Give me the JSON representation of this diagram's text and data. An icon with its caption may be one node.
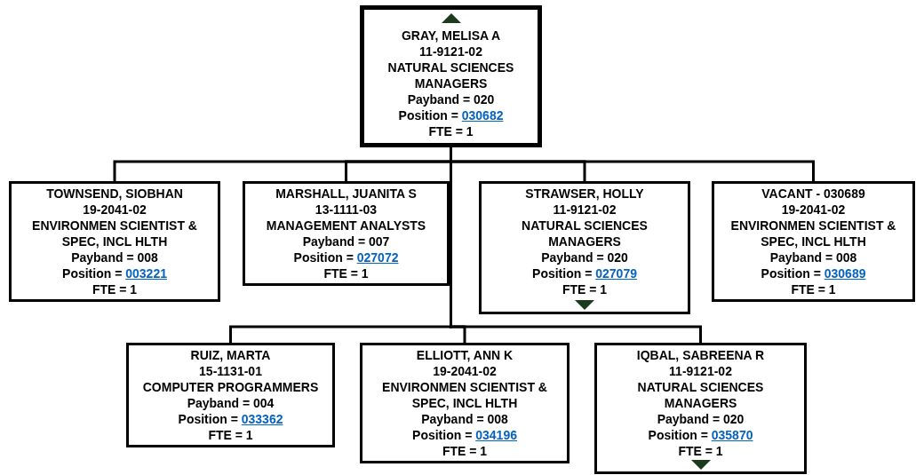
{
  "diagram": {
    "nodes": [
      {
        "text": [
          "GRAY, MELISA A",
          "11-9121-02",
          "NATURAL SCIENCES MANAGERS",
          "Payband = 020",
          "Position = 030682",
          "FTE = 1"
        ]
      },
      {
        "text": [
          "TOWNSEND, SIOBHAN",
          "19-2041-02",
          "ENVIRONMEN SCIENTIST & SPEC, INCL HLTH",
          "Payband = 008",
          "Position = 003221",
          "FTE = 1"
        ]
      },
      {
        "text": [
          "MARSHALL, JUANITA S",
          "13-1111-03",
          "MANAGEMENT ANALYSTS",
          "Payband = 007",
          "Position = 027072",
          "FTE = 1"
        ]
      },
      {
        "text": [
          "STRAWSER, HOLLY",
          "11-9121-02",
          "NATURAL SCIENCES MANAGERS",
          "Payband = 020",
          "Position = 027079",
          "FTE = 1"
        ]
      },
      {
        "text": [
          "VACANT - 030689",
          "19-2041-02",
          "ENVIRONMEN SCIENTIST & SPEC, INCL HLTH",
          "Payband = 008",
          "Position = 030689",
          "FTE = 1"
        ]
      },
      {
        "text": [
          "RUIZ, MARTA",
          "15-1131-01",
          "COMPUTER PROGRAMMERS",
          "Payband = 004",
          "Position = 033362",
          "FTE = 1"
        ]
      },
      {
        "text": [
          "ELLIOTT, ANN K",
          "19-2041-02",
          "ENVIRONMEN SCIENTIST & SPEC, INCL HLTH",
          "Payband = 008",
          "Position = 034196",
          "FTE = 1"
        ]
      },
      {
        "text": [
          "IQBAL, SABREENA R",
          "11-9121-02",
          "NATURAL SCIENCES MANAGERS",
          "Payband = 020",
          "Position = 035870",
          "FTE = 1"
        ]
      }
    ],
    "edges": [
      {
        "from": 0,
        "to": 1,
        "arrow": "none"
      },
      {
        "from": 0,
        "to": 2,
        "arrow": "none"
      },
      {
        "from": 0,
        "to": 3,
        "arrow": "none"
      },
      {
        "from": 0,
        "to": 4,
        "arrow": "none"
      },
      {
        "from": 0,
        "to": 5,
        "arrow": "none"
      },
      {
        "from": 0,
        "to": 6,
        "arrow": "none"
      },
      {
        "from": 0,
        "to": 7,
        "arrow": "none"
      }
    ]
  }
}
